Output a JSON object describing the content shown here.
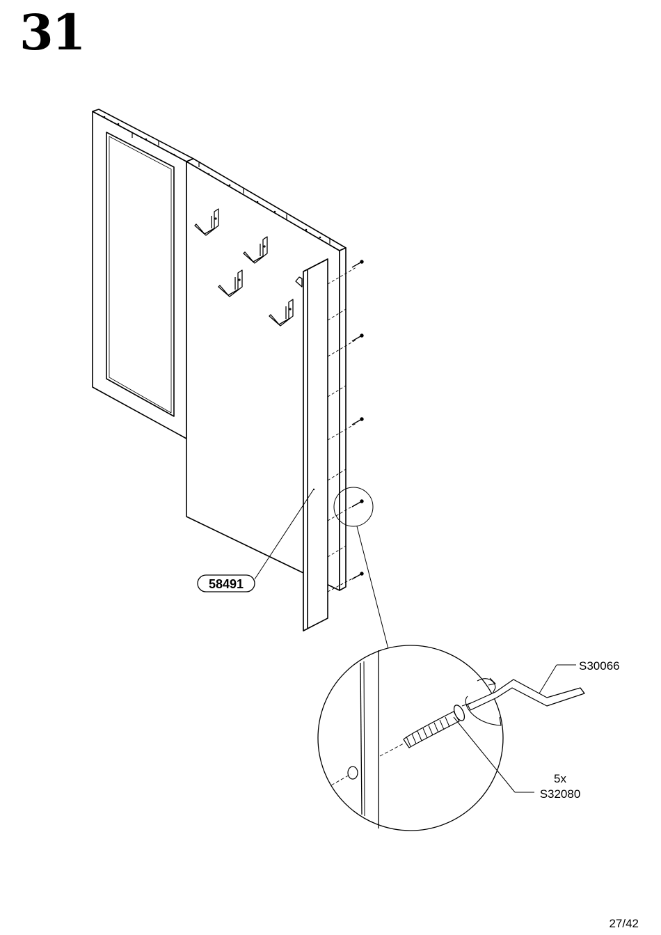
{
  "step_number": "31",
  "page_number": "27/42",
  "parts": {
    "panel_label": "58491",
    "tool_label": "S30066",
    "screw_quantity": "5x",
    "screw_label": "S32080"
  }
}
